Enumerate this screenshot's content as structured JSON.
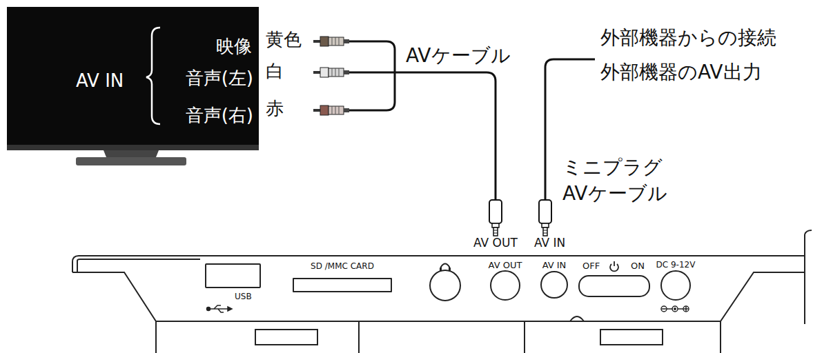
{
  "diagram": {
    "nodes": [
      {
        "text": [
          "AV IN",
          "映像",
          "音声(左)",
          "音声(右)"
        ]
      },
      {
        "text": [
          "USB"
        ]
      },
      {
        "text": [
          "SD /MMC CARD"
        ]
      },
      {
        "text": [
          "AV OUT"
        ]
      },
      {
        "text": [
          "AV IN"
        ]
      },
      {
        "text": [
          "OFF",
          "ON"
        ]
      },
      {
        "text": [
          "DC 9-12V"
        ]
      }
    ],
    "labels": [
      "黄色",
      "白",
      "赤",
      "AVケーブル",
      "外部機器からの接続",
      "外部機器のAV出力",
      "ミニプラグ",
      "AVケーブル",
      "AV OUT",
      "AV IN"
    ]
  }
}
